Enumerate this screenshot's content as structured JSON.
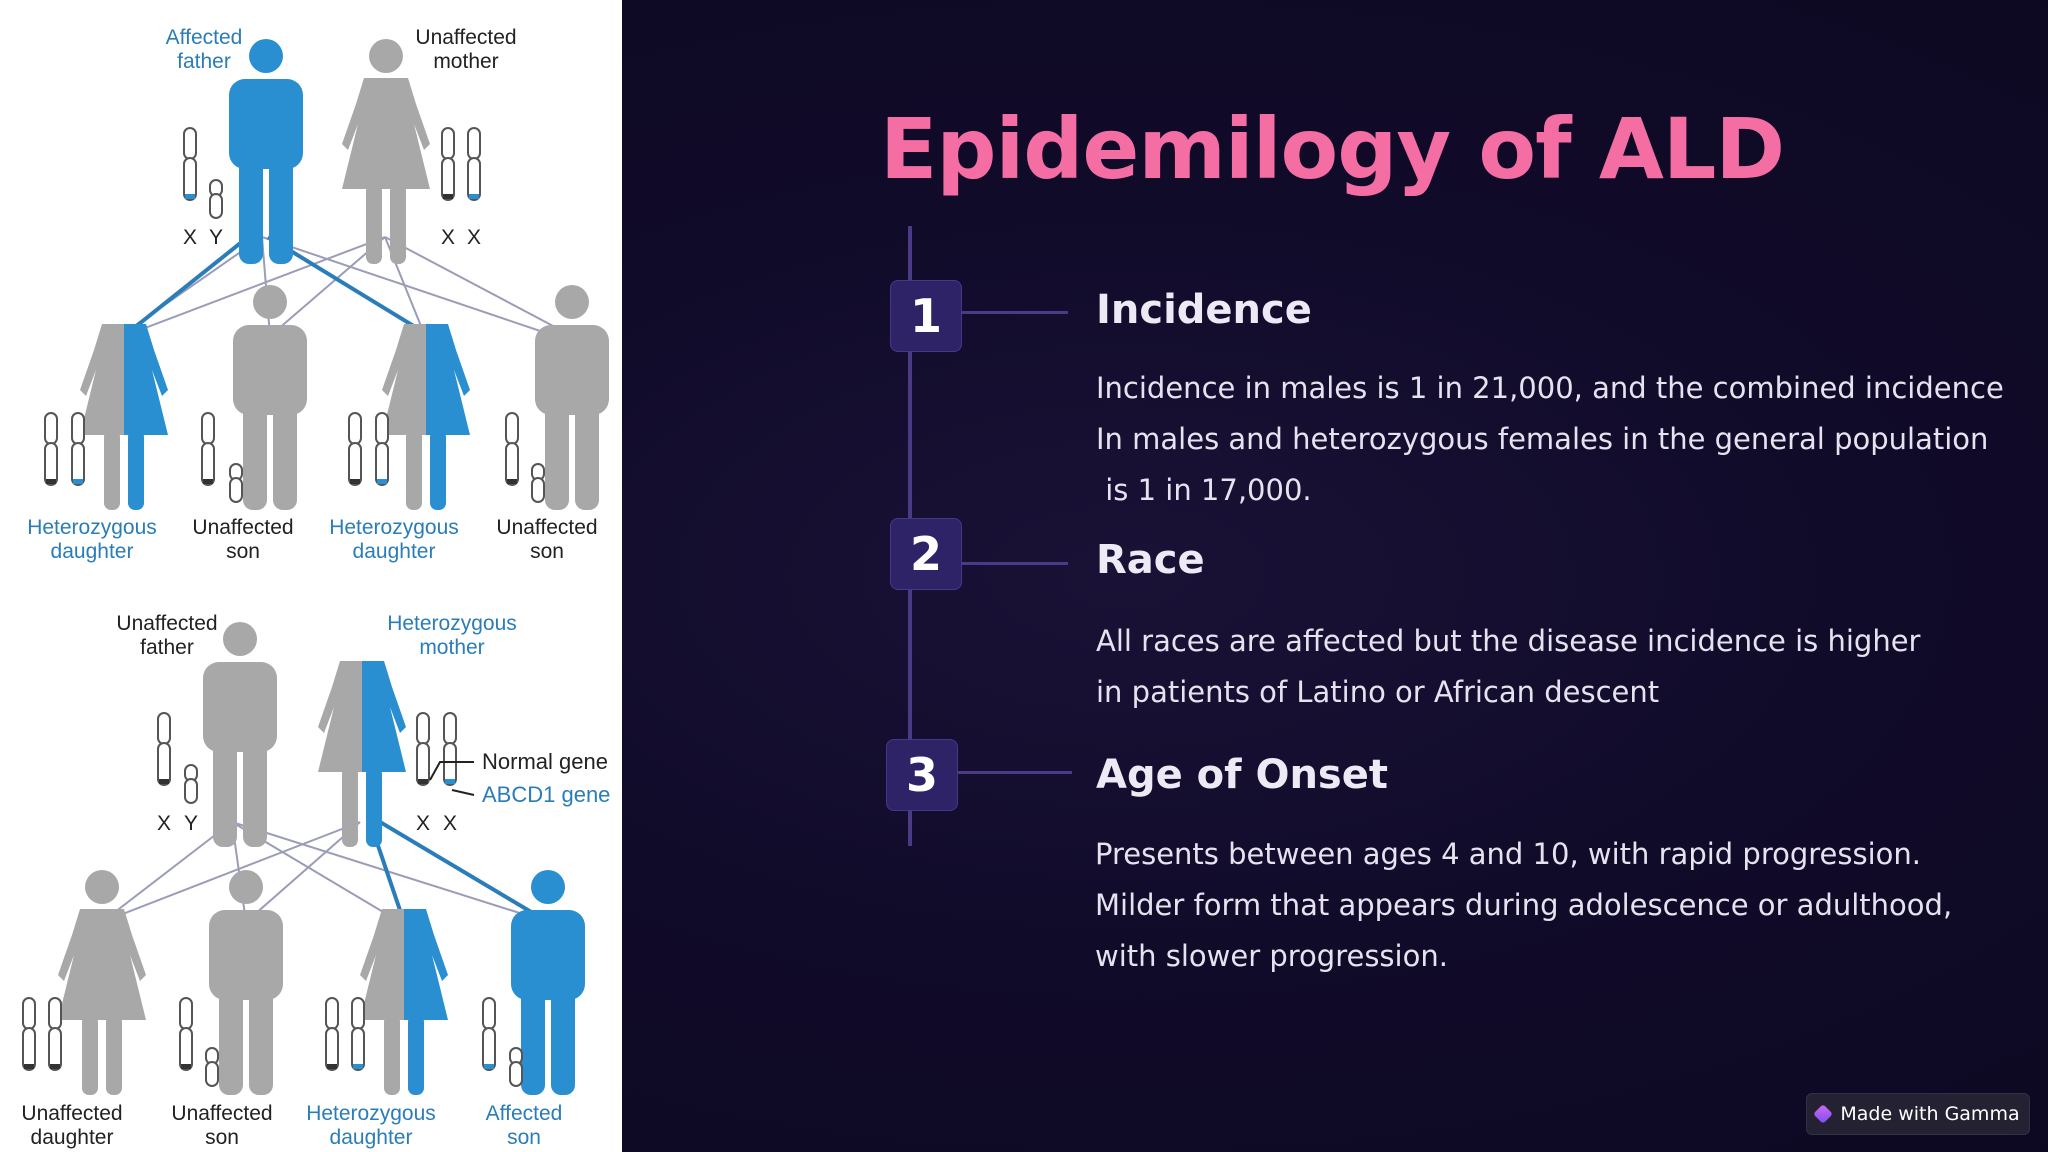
{
  "slide": {
    "title": "Epidemilogy of ALD",
    "items": [
      {
        "number": "1",
        "heading": "Incidence",
        "body_lines": [
          "Incidence in males is 1 in 21,000, and the combined incidence",
          "In males and heterozygous females in the general population",
          " is 1 in 17,000."
        ]
      },
      {
        "number": "2",
        "heading": "Race",
        "body_lines": [
          "All races are affected but the disease incidence is higher",
          "in patients of Latino or African descent"
        ]
      },
      {
        "number": "3",
        "heading": "Age of Onset",
        "body_lines": [
          "Presents between ages 4 and 10, with rapid progression.",
          "Milder form that appears during adolescence or adulthood,",
          "with slower progression."
        ]
      }
    ]
  },
  "diagram": {
    "top": {
      "parent1": [
        "Affected",
        "father"
      ],
      "parent2": [
        "Unaffected",
        "mother"
      ],
      "children": [
        [
          "Heterozygous",
          "daughter"
        ],
        [
          "Unaffected",
          "son"
        ],
        [
          "Heterozygous",
          "daughter"
        ],
        [
          "Unaffected",
          "son"
        ]
      ],
      "xy_labels": [
        "X",
        "Y",
        "X",
        "X"
      ]
    },
    "bottom": {
      "parent1": [
        "Unaffected",
        "father"
      ],
      "parent2": [
        "Heterozygous",
        "mother"
      ],
      "children": [
        [
          "Unaffected",
          "daughter"
        ],
        [
          "Unaffected",
          "son"
        ],
        [
          "Heterozygous",
          "daughter"
        ],
        [
          "Affected",
          "son"
        ]
      ],
      "xy_labels": [
        "X",
        "Y",
        "X",
        "X"
      ],
      "legend": {
        "normal": "Normal gene",
        "mutant": "ABCD1 gene"
      }
    }
  },
  "badge": {
    "label": "Made with Gamma"
  },
  "colors": {
    "accent_pink": "#f56ea3",
    "affected_blue": "#2a8fd0",
    "unaffected_gray": "#a8a8a8",
    "line_purple": "#4b3a86"
  }
}
